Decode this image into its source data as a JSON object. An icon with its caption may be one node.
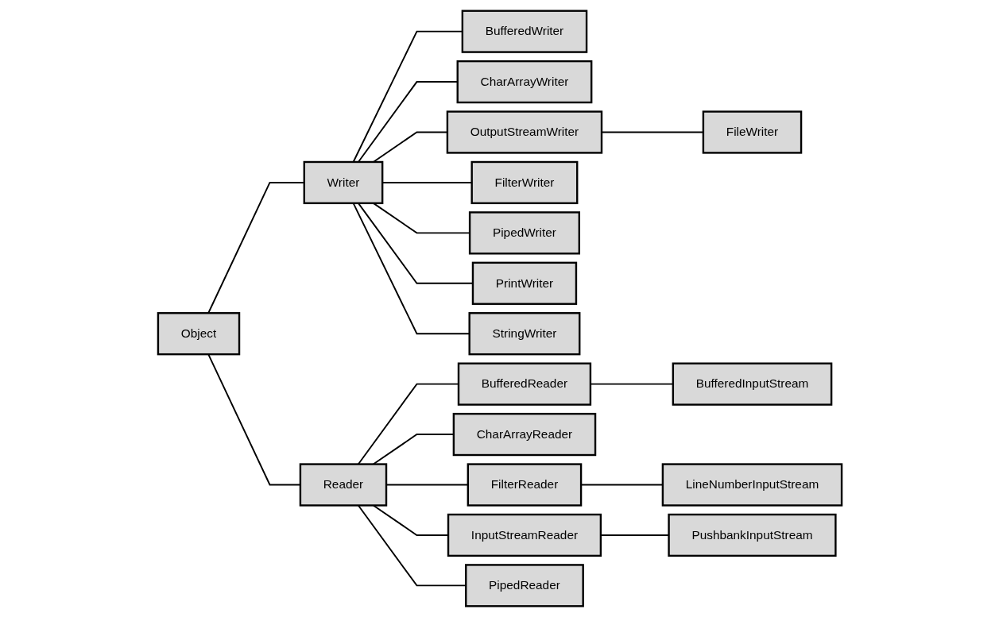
{
  "diagram": {
    "nodes": [
      {
        "text": [
          "Object"
        ]
      },
      {
        "text": [
          "Writer"
        ]
      },
      {
        "text": [
          "Reader"
        ]
      },
      {
        "text": [
          "BufferedWriter"
        ]
      },
      {
        "text": [
          "CharArrayWriter"
        ]
      },
      {
        "text": [
          "OutputStreamWriter"
        ]
      },
      {
        "text": [
          "FilterWriter"
        ]
      },
      {
        "text": [
          "PipedWriter"
        ]
      },
      {
        "text": [
          "PrintWriter"
        ]
      },
      {
        "text": [
          "StringWriter"
        ]
      },
      {
        "text": [
          "BufferedReader"
        ]
      },
      {
        "text": [
          "CharArrayReader"
        ]
      },
      {
        "text": [
          "FilterReader"
        ]
      },
      {
        "text": [
          "InputStreamReader"
        ]
      },
      {
        "text": [
          "PipedReader"
        ]
      },
      {
        "text": [
          "FileWriter"
        ]
      },
      {
        "text": [
          "BufferedInputStream"
        ]
      },
      {
        "text": [
          "LineNumberInputStream"
        ]
      },
      {
        "text": [
          "PushbankInputStream"
        ]
      }
    ],
    "edges": [
      {
        "from": 0,
        "to": 1,
        "arrow": "none"
      },
      {
        "from": 0,
        "to": 2,
        "arrow": "none"
      },
      {
        "from": 1,
        "to": 3,
        "arrow": "none"
      },
      {
        "from": 1,
        "to": 4,
        "arrow": "none"
      },
      {
        "from": 1,
        "to": 5,
        "arrow": "none"
      },
      {
        "from": 1,
        "to": 6,
        "arrow": "none"
      },
      {
        "from": 1,
        "to": 7,
        "arrow": "none"
      },
      {
        "from": 1,
        "to": 8,
        "arrow": "none"
      },
      {
        "from": 1,
        "to": 9,
        "arrow": "none"
      },
      {
        "from": 2,
        "to": 10,
        "arrow": "none"
      },
      {
        "from": 2,
        "to": 11,
        "arrow": "none"
      },
      {
        "from": 2,
        "to": 12,
        "arrow": "none"
      },
      {
        "from": 2,
        "to": 13,
        "arrow": "none"
      },
      {
        "from": 2,
        "to": 14,
        "arrow": "none"
      },
      {
        "from": 5,
        "to": 15,
        "arrow": "none"
      },
      {
        "from": 10,
        "to": 16,
        "arrow": "none"
      },
      {
        "from": 12,
        "to": 17,
        "arrow": "none"
      },
      {
        "from": 13,
        "to": 18,
        "arrow": "none"
      }
    ]
  }
}
